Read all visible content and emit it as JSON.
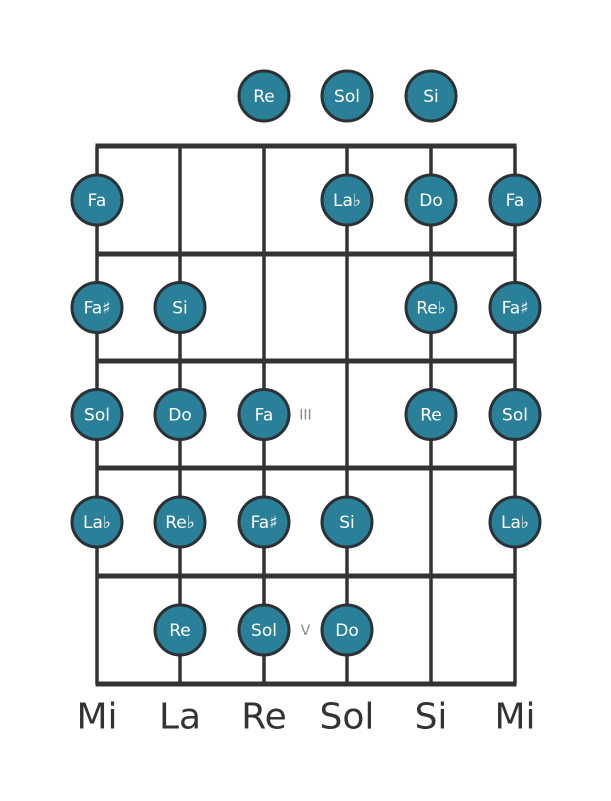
{
  "diagram": {
    "type": "guitar-fretboard",
    "colors": {
      "note_fill": "#2a7f99",
      "note_stroke": "#2b3134",
      "line": "#333333",
      "note_text": "#ffffff",
      "marker_text": "#888888"
    },
    "strings": [
      "Mi",
      "La",
      "Re",
      "Sol",
      "Si",
      "Mi"
    ],
    "frets_shown": 5,
    "fret_markers": [
      {
        "fret": 3,
        "label": "III",
        "between_strings": [
          2,
          3
        ]
      },
      {
        "fret": 5,
        "label": "V",
        "between_strings": [
          2,
          3
        ]
      }
    ],
    "open_notes": [
      {
        "string": 2,
        "label": "Re"
      },
      {
        "string": 3,
        "label": "Sol"
      },
      {
        "string": 4,
        "label": "Si"
      }
    ],
    "fretted_notes": [
      {
        "fret": 1,
        "string": 0,
        "label": "Fa"
      },
      {
        "fret": 1,
        "string": 3,
        "label": "La♭"
      },
      {
        "fret": 1,
        "string": 4,
        "label": "Do"
      },
      {
        "fret": 1,
        "string": 5,
        "label": "Fa"
      },
      {
        "fret": 2,
        "string": 0,
        "label": "Fa♯"
      },
      {
        "fret": 2,
        "string": 1,
        "label": "Si"
      },
      {
        "fret": 2,
        "string": 4,
        "label": "Re♭"
      },
      {
        "fret": 2,
        "string": 5,
        "label": "Fa♯"
      },
      {
        "fret": 3,
        "string": 0,
        "label": "Sol"
      },
      {
        "fret": 3,
        "string": 1,
        "label": "Do"
      },
      {
        "fret": 3,
        "string": 2,
        "label": "Fa"
      },
      {
        "fret": 3,
        "string": 4,
        "label": "Re"
      },
      {
        "fret": 3,
        "string": 5,
        "label": "Sol"
      },
      {
        "fret": 4,
        "string": 0,
        "label": "La♭"
      },
      {
        "fret": 4,
        "string": 1,
        "label": "Re♭"
      },
      {
        "fret": 4,
        "string": 2,
        "label": "Fa♯"
      },
      {
        "fret": 4,
        "string": 3,
        "label": "Si"
      },
      {
        "fret": 4,
        "string": 5,
        "label": "La♭"
      },
      {
        "fret": 5,
        "string": 1,
        "label": "Re"
      },
      {
        "fret": 5,
        "string": 2,
        "label": "Sol"
      },
      {
        "fret": 5,
        "string": 3,
        "label": "Do"
      }
    ]
  }
}
